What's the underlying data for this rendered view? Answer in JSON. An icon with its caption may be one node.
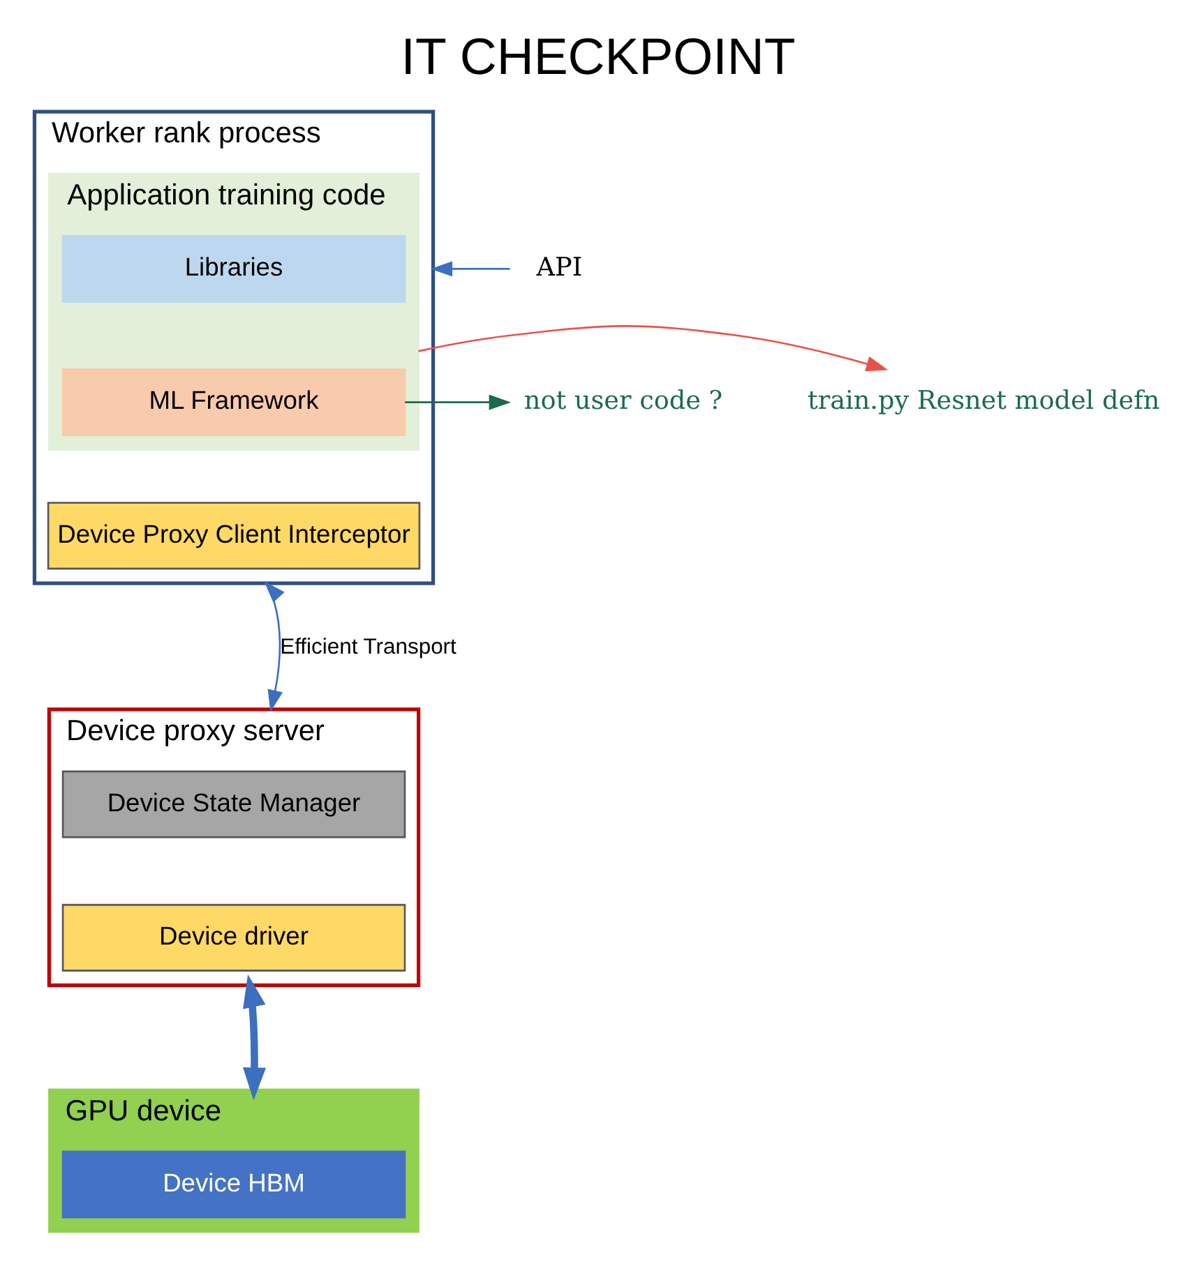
{
  "diagram": {
    "title": "IT CHECKPOINT",
    "nodes": [
      {
        "text": [
          "Worker rank process"
        ]
      },
      {
        "text": [
          "Application training code"
        ],
        "in": 0
      },
      {
        "text": [
          "Libraries"
        ],
        "in": 1
      },
      {
        "text": [
          "ML Framework"
        ],
        "in": 1
      },
      {
        "text": [
          "Device Proxy Client Interceptor"
        ],
        "in": 0
      },
      {
        "text": [
          "Device proxy server"
        ]
      },
      {
        "text": [
          "Device State Manager"
        ],
        "in": 5
      },
      {
        "text": [
          "Device driver"
        ],
        "in": 5
      },
      {
        "text": [
          "GPU device"
        ]
      },
      {
        "text": [
          "Device HBM"
        ],
        "in": 8
      },
      {
        "text": [
          "API"
        ]
      },
      {
        "text": [
          "not user code ?"
        ]
      },
      {
        "text": [
          "train.py Resnet model defn"
        ]
      }
    ],
    "edges": [
      {
        "from": 10,
        "to": 0,
        "arrow": "to"
      },
      {
        "from": 0,
        "to": 5,
        "arrow": "both",
        "label": "Efficient Transport"
      },
      {
        "from": 5,
        "to": 8,
        "arrow": "both",
        "style": "thick"
      },
      {
        "from": 3,
        "to": 11,
        "arrow": "to",
        "color": "#1a6b4a"
      },
      {
        "from": 1,
        "to": 12,
        "arrow": "to",
        "color": "#e8524a"
      }
    ]
  }
}
